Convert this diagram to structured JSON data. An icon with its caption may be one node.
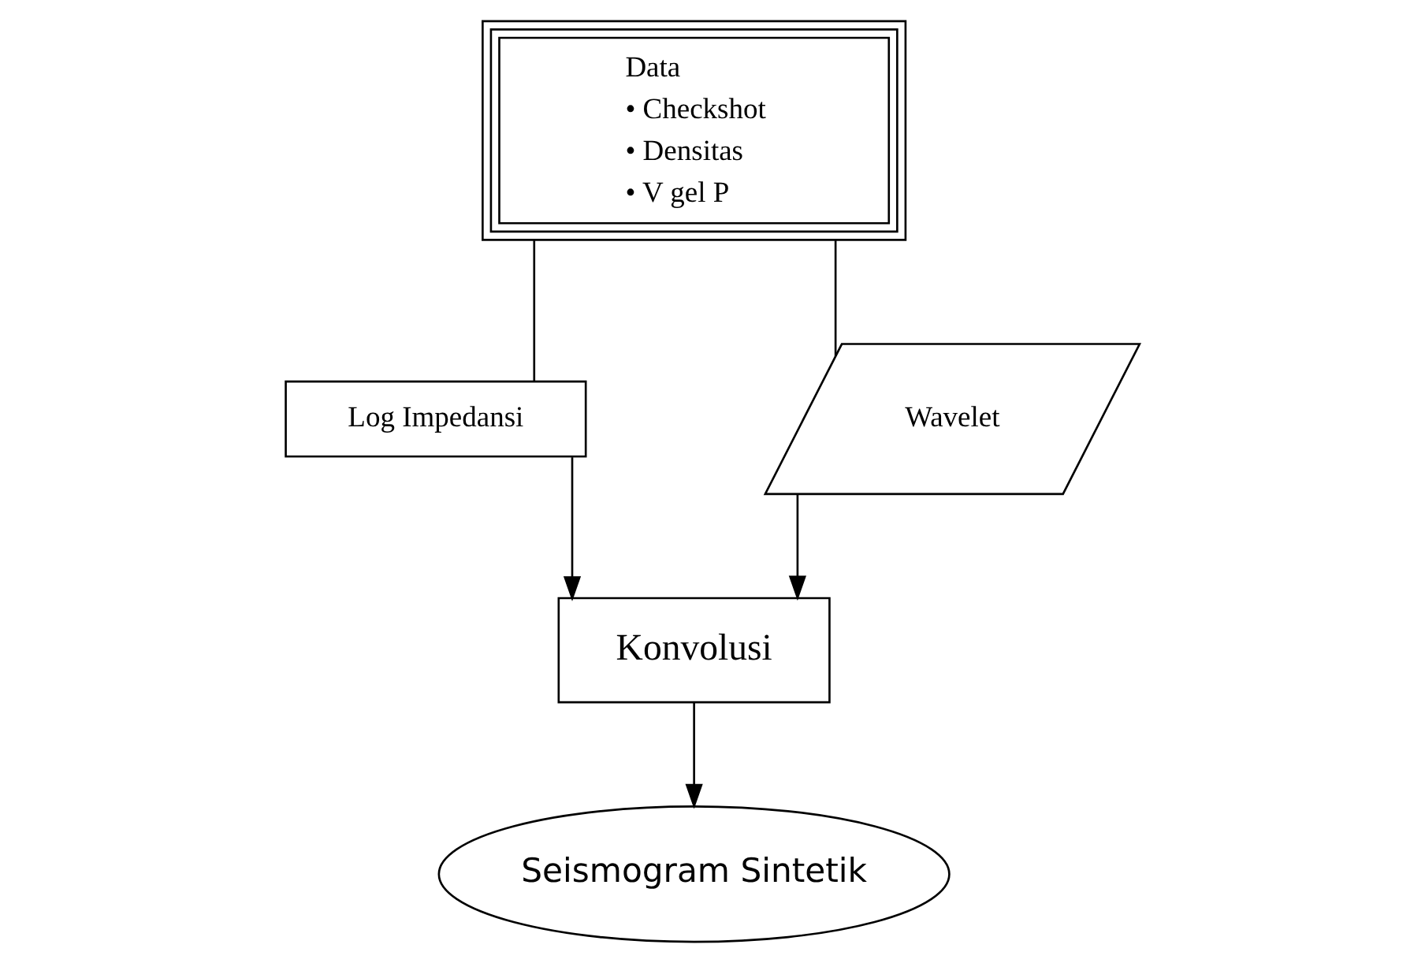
{
  "diagram": {
    "nodes": [
      {
        "text": [
          "Data",
          "• Checkshot",
          "• Densitas",
          "• V gel P"
        ]
      },
      {
        "text": [
          "Log Impedansi"
        ]
      },
      {
        "text": [
          "Wavelet"
        ]
      },
      {
        "text": [
          "Konvolusi"
        ]
      },
      {
        "text": [
          "Seismogram Sintetik"
        ]
      }
    ],
    "edges": [
      {
        "from": 0,
        "to": 1,
        "arrow": "none"
      },
      {
        "from": 0,
        "to": 2,
        "arrow": "none"
      },
      {
        "from": 1,
        "to": 3,
        "arrow": "to"
      },
      {
        "from": 2,
        "to": 3,
        "arrow": "to"
      },
      {
        "from": 3,
        "to": 4,
        "arrow": "to"
      }
    ]
  }
}
